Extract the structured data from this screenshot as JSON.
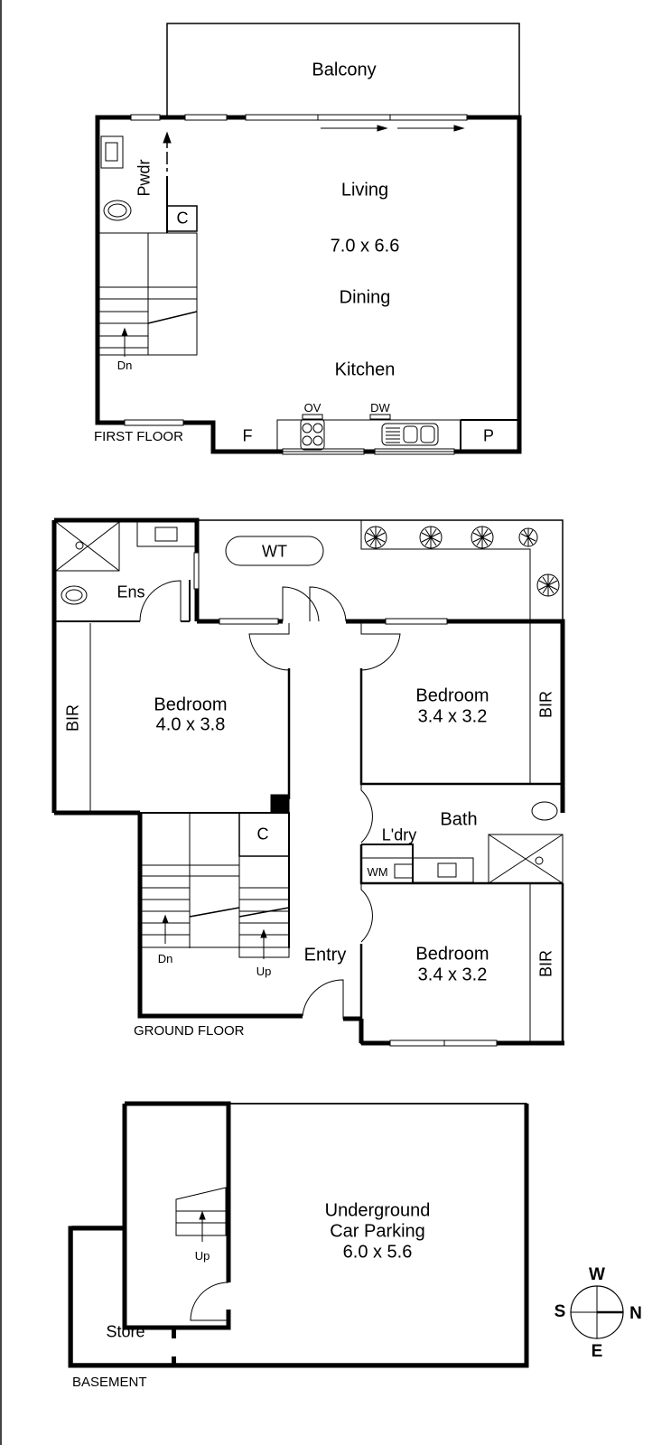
{
  "floors": {
    "first": {
      "label": "FIRST FLOOR",
      "rooms": {
        "balcony": "Balcony",
        "pwdr": "Pwdr",
        "cupboard": "C",
        "living": "Living",
        "living_dims": "7.0 x 6.6",
        "dining": "Dining",
        "kitchen": "Kitchen",
        "fridge": "F",
        "pantry": "P",
        "oven": "OV",
        "dishwasher": "DW",
        "stairs": "Dn"
      }
    },
    "ground": {
      "label": "GROUND FLOOR",
      "rooms": {
        "wt": "WT",
        "ens": "Ens",
        "bir_left": "BIR",
        "bedroom1": "Bedroom",
        "bedroom1_dims": "4.0 x 3.8",
        "bedroom2": "Bedroom",
        "bedroom2_dims": "3.4 x 3.2",
        "bir_right_top": "BIR",
        "bath": "Bath",
        "laundry": "L'dry",
        "wm": "WM",
        "cupboard": "C",
        "stairs_down": "Dn",
        "stairs_up": "Up",
        "entry": "Entry",
        "bedroom3": "Bedroom",
        "bedroom3_dims": "3.4 x 3.2",
        "bir_right_bottom": "BIR"
      }
    },
    "basement": {
      "label": "BASEMENT",
      "rooms": {
        "stairs_up": "Up",
        "parking_line1": "Underground",
        "parking_line2": "Car Parking",
        "parking_dims": "6.0 x 5.6",
        "store": "Store"
      }
    }
  },
  "compass": {
    "top": "W",
    "left": "S",
    "right": "N",
    "bottom": "E"
  },
  "colors": {
    "wall": "#000000",
    "background": "#ffffff",
    "thin_line": "#333333"
  }
}
